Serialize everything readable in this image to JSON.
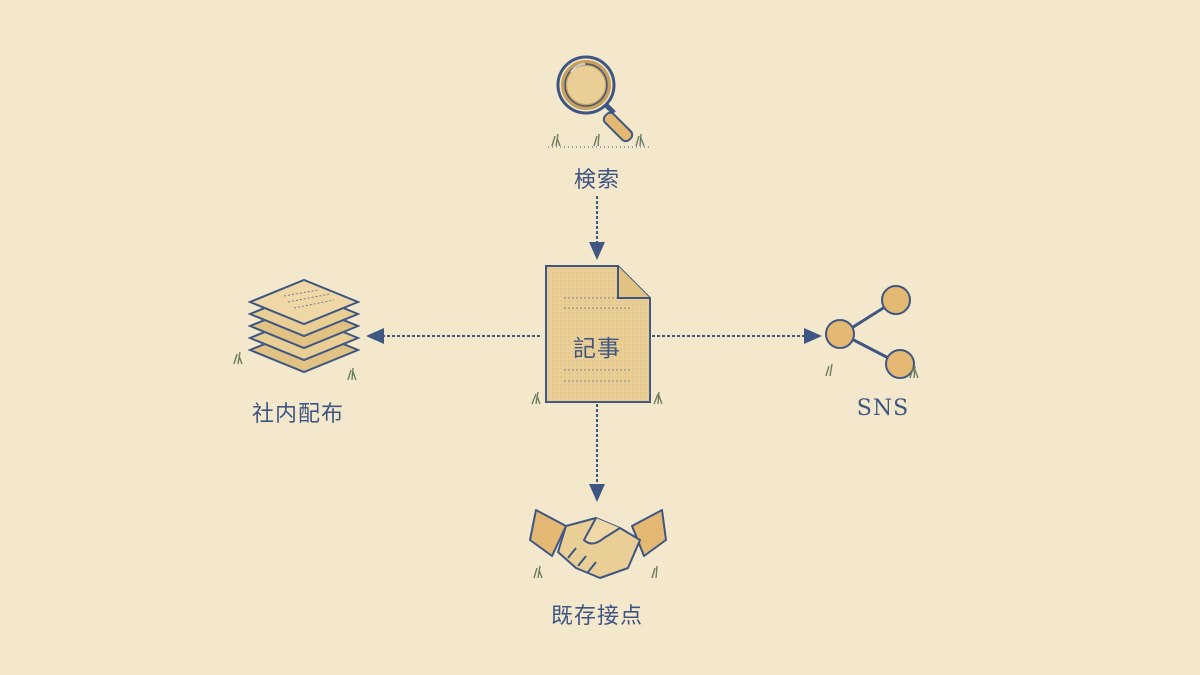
{
  "center": {
    "label": "記事"
  },
  "nodes": {
    "top": {
      "label": "検索",
      "icon": "magnifier-icon"
    },
    "left": {
      "label": "社内配布",
      "icon": "paper-stack-icon"
    },
    "right": {
      "label": "SNS",
      "icon": "share-icon"
    },
    "bottom": {
      "label": "既存接点",
      "icon": "handshake-icon"
    }
  },
  "colors": {
    "background": "#f3e8cc",
    "ink": "#3f5683",
    "fill": "#e9cf96",
    "grass": "#6e7d62"
  }
}
